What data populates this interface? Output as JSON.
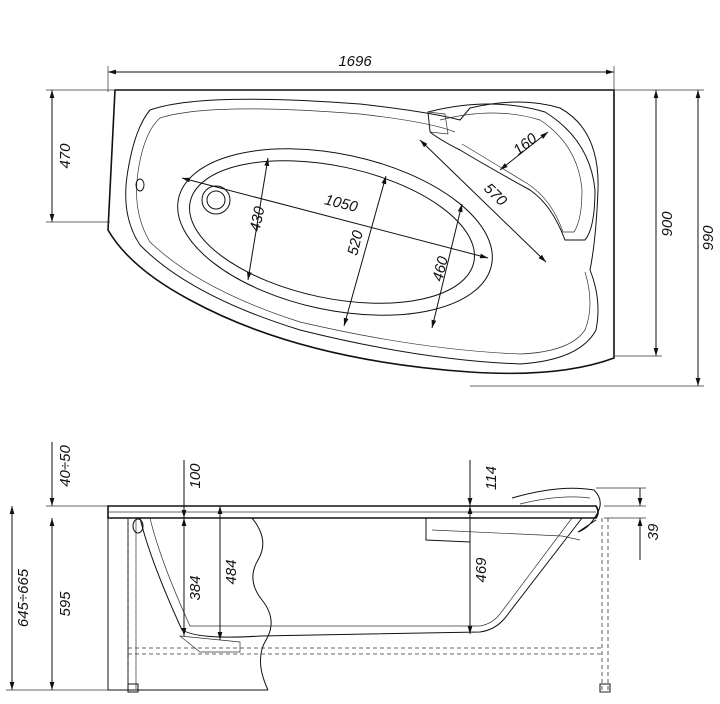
{
  "plan_view": {
    "dims": {
      "overall_length": "1696",
      "left_depth": "470",
      "depth_inner": "900",
      "depth_overall": "990",
      "headrest_width": "160",
      "headrest_diag": "570",
      "basin_length": "1050",
      "basin_width_left": "430",
      "basin_width_center": "520",
      "basin_width_right": "460"
    }
  },
  "side_view": {
    "dims": {
      "rim_adjust": "40÷50",
      "leg_range": "645÷665",
      "front_height": "595",
      "rim_height": "100",
      "inner_depth_left": "384",
      "inner_depth_outer": "484",
      "inner_depth_right": "469",
      "rim_right": "114",
      "headrest_height": "39"
    }
  }
}
